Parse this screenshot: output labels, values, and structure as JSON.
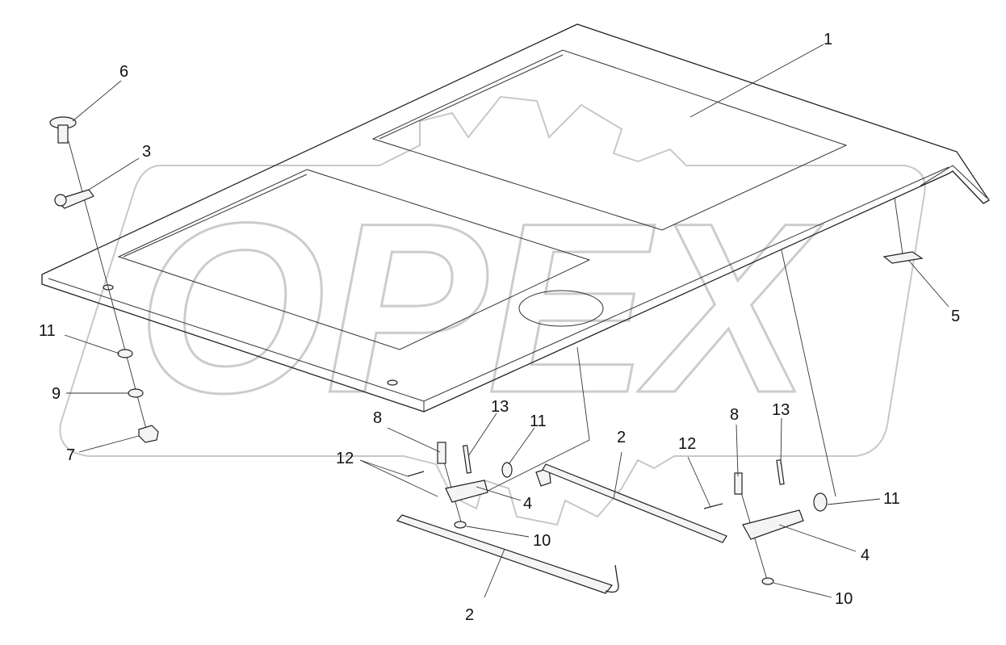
{
  "watermark": {
    "text": "OPEX"
  },
  "corner_mark": "",
  "callouts": {
    "c1": "1",
    "c2a": "2",
    "c2b": "2",
    "c3": "3",
    "c4a": "4",
    "c4b": "4",
    "c5": "5",
    "c6": "6",
    "c7": "7",
    "c8a": "8",
    "c8b": "8",
    "c9": "9",
    "c10a": "10",
    "c10b": "10",
    "c11a": "11",
    "c11b": "11",
    "c11c": "11",
    "c12a": "12",
    "c12b": "12",
    "c13a": "13",
    "c13b": "13"
  }
}
